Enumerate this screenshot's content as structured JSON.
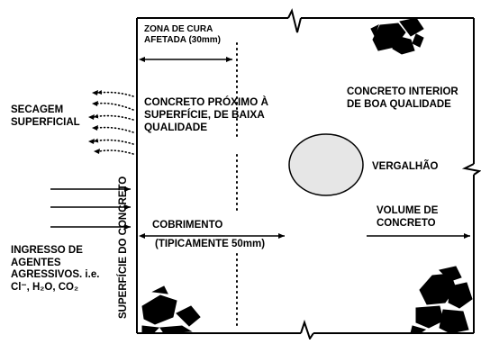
{
  "labels": {
    "zona_cura": [
      "ZONA DE CURA",
      "AFETADA (30mm)"
    ],
    "secagem": [
      "SECAGEM",
      "SUPERFICIAL"
    ],
    "concreto_proximo": [
      "CONCRETO PRÓXIMO À",
      "SUPERFÍCIE, DE BAIXA",
      "QUALIDADE"
    ],
    "concreto_interior": [
      "CONCRETO INTERIOR",
      "DE BOA QUALIDADE"
    ],
    "vergalhao": "VERGALHÃO",
    "superficie": "SUPERFÍCIE DO CONCRETO",
    "cobrimento": "COBRIMENTO",
    "tipicamente": "(TIPICAMENTE 50mm)",
    "volume": [
      "VOLUME DE",
      "CONCRETO"
    ],
    "ingresso": [
      "INGRESSO DE",
      "AGENTES",
      "AGRESSIVOS. i.e.",
      "Cl⁻, H₂O, CO₂"
    ]
  },
  "colors": {
    "stroke": "#000000",
    "rebar_fill": "#e6e6e6",
    "background": "#ffffff"
  }
}
